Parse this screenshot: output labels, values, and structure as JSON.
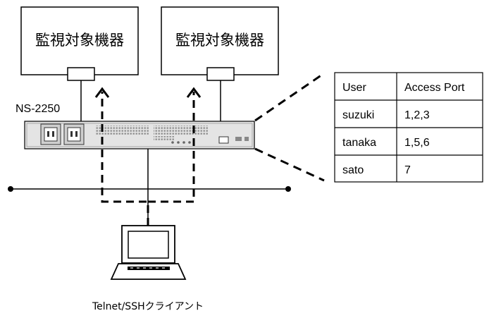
{
  "devices": {
    "left_label": "監視対象機器",
    "right_label": "監視対象機器"
  },
  "console_server": {
    "name": "NS-2250"
  },
  "client": {
    "label": "Telnet/SSHクライアント"
  },
  "access_table": {
    "headers": [
      "User",
      "Access Port"
    ],
    "rows": [
      [
        "suzuki",
        "1,2,3"
      ],
      [
        "tanaka",
        "1,5,6"
      ],
      [
        "sato",
        "7"
      ]
    ]
  },
  "colors": {
    "line": "#000000",
    "device_body": "#e4e4e4",
    "background": "#ffffff"
  }
}
